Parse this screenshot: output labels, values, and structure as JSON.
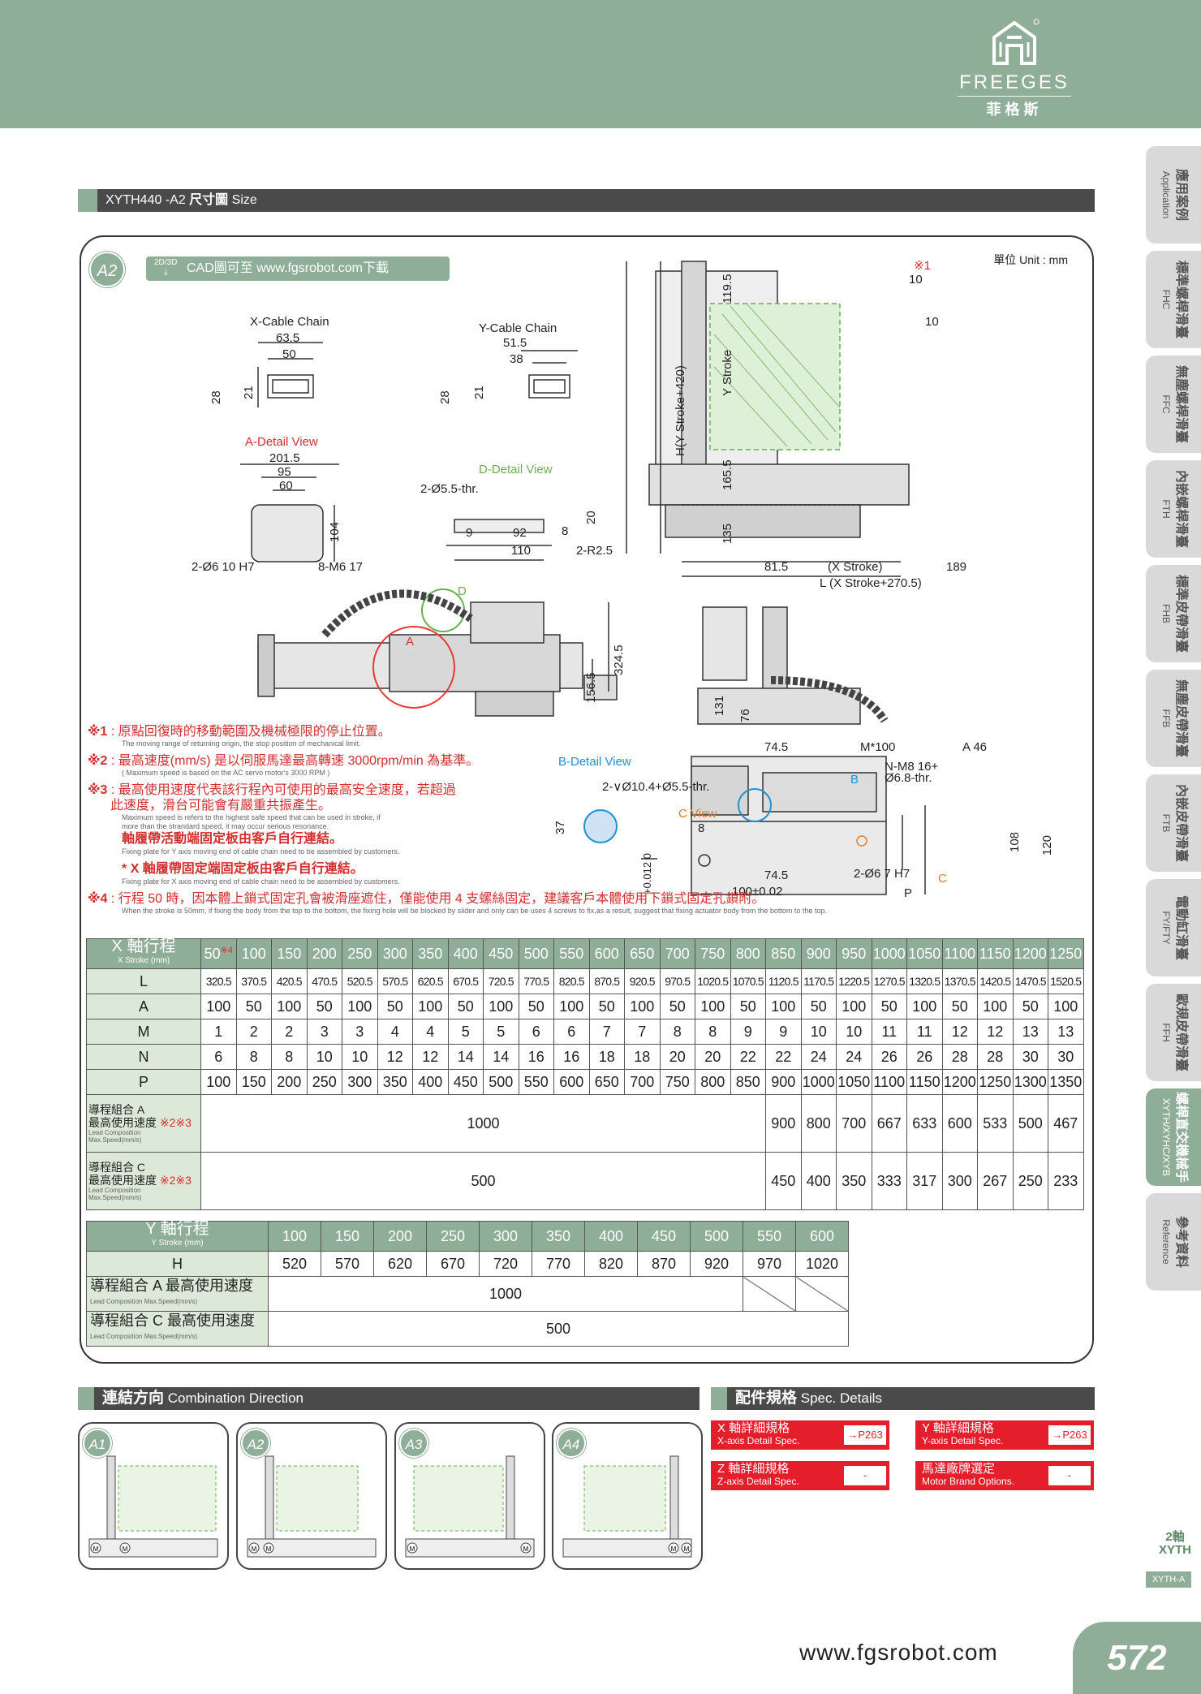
{
  "header": {
    "brand_en": "FREEGES",
    "brand_cn": "菲格斯"
  },
  "side_tabs": [
    {
      "zh": "應用案例",
      "en": "Application"
    },
    {
      "zh": "標準螺桿滑臺",
      "en": "FHC"
    },
    {
      "zh": "無塵螺桿滑臺",
      "en": "FFC"
    },
    {
      "zh": "內嵌螺桿滑臺",
      "en": "FTH"
    },
    {
      "zh": "標準皮帶滑臺",
      "en": "FHB"
    },
    {
      "zh": "無塵皮帶滑臺",
      "en": "FFB"
    },
    {
      "zh": "內嵌皮帶滑臺",
      "en": "FTB"
    },
    {
      "zh": "電動缸滑臺",
      "en": "FY/FTY"
    },
    {
      "zh": "歐規皮帶滑臺",
      "en": "FFH"
    },
    {
      "zh": "螺桿直交機械手",
      "en": "XYTH/XYHC/XYB"
    },
    {
      "zh": "參考資料",
      "en": "Reference"
    }
  ],
  "section": {
    "model": "XYTH440 -A2",
    "title_zh": "尺寸圖",
    "title_en": "Size"
  },
  "panel": {
    "badge": "A2",
    "cad_icon": "2D/3D",
    "cad_text": "CAD圖可至 www.fgsrobot.com下載",
    "unit": "單位 Unit : mm"
  },
  "drawing_labels": {
    "x_cable": "X-Cable Chain",
    "x_cable_w": "63.5",
    "x_cable_in": "50",
    "x_cable_h": "28",
    "x_cable_h2": "21",
    "y_cable": "Y-Cable Chain",
    "y_cable_w": "51.5",
    "y_cable_in": "38",
    "y_cable_h": "28",
    "y_cable_h2": "21",
    "a_detail": "A-Detail View",
    "a_201": "201.5",
    "a_95": "95",
    "a_60": "60",
    "a_104": "104",
    "a_holes": "2-Ø6  10 H7",
    "a_m6": "8-M6  17",
    "d_detail": "D-Detail View",
    "d_holes": "2-Ø5.5-thr.",
    "d_9": "9",
    "d_92": "92",
    "d_8": "8",
    "d_20": "20",
    "d_110": "110",
    "d_r": "2-R2.5",
    "mark1": "※1",
    "d10a": "10",
    "d10b": "10",
    "h_label": "H(Y Stroke+420)",
    "d119": "119.5",
    "y_stroke": "Y Stroke",
    "d165": "165.5",
    "d135": "135",
    "d81": "81.5",
    "x_stroke": "(X Stroke)",
    "d189": "189",
    "l_label": "L (X Stroke+270.5)",
    "d_letter": "D",
    "a_letter": "A",
    "d324": "324.5",
    "d156": "156.5",
    "d131": "131",
    "d76": "76",
    "b_detail": "B-Detail View",
    "b_holes": "2-∨Ø10.4+Ø5.5-thr.",
    "b_37": "37",
    "c_view": "C View",
    "c_8": "8",
    "c_tol": "+0.012\n0",
    "d74a": "74.5",
    "m100": "M*100",
    "a_46": "A  46",
    "n_m8": "N-M8  16+",
    "n_68": "Ø6.8-thr.",
    "b_letter": "B",
    "d108": "108",
    "d120": "120",
    "d74b": "74.5",
    "d100": "100±0.02",
    "p_holes": "2-Ø6  7 H7",
    "p_label": "P",
    "c_letter": "C"
  },
  "notes": [
    {
      "mark": "※1",
      "zh": "原點回復時的移動範圍及機械極限的停止位置。",
      "en": "The moving range of returning origin, the stop position of mechanical limit."
    },
    {
      "mark": "※2",
      "zh": "最高速度(mm/s) 是以伺服馬達最高轉速 3000rpm/min 為基準。",
      "en": "( Maximum speed is based on the AC servo motor's 3000 RPM )"
    },
    {
      "mark": "※3",
      "zh": "最高使用速度代表該行程內可使用的最高安全速度，若超過",
      "zh2": "此速度，滑台可能會有嚴重共振產生。",
      "en": "Maximum speed is refers to the highest safe speed that can be used in stroke, if",
      "en2": "more than the strandard speed, it may occur serious resonance.",
      "strong": "軸履帶活動端固定板由客戶自行連結。",
      "en3": "Fixing plate for Y axis moving end of cable chain need to be assembled by customers."
    },
    {
      "mark": "*",
      "zh": "X 軸履帶固定端固定板由客戶自行連結。",
      "en": "Fixing plate for X axis moving end of cable chain need to be assembled by customers."
    },
    {
      "mark": "※4",
      "zh": "行程 50 時，因本體上鎖式固定孔會被滑座遮住，僅能使用 4 支螺絲固定，建議客戶本體使用下鎖式固定孔鎖附。",
      "en": "When the stroke is 50mm, if fixing the body from the top to the bottom, the fixing hole will be blocked by slider and only can be uses 4 screws to fix,as a result, suggest that fixing actuator body from the bottom to the top."
    }
  ],
  "x_table": {
    "head_zh": "X 軸行程",
    "head_en": "X Stroke (mm)",
    "strokes": [
      "50",
      "100",
      "150",
      "200",
      "250",
      "300",
      "350",
      "400",
      "450",
      "500",
      "550",
      "600",
      "650",
      "700",
      "750",
      "800",
      "850",
      "900",
      "950",
      "1000",
      "1050",
      "1100",
      "1150",
      "1200",
      "1250"
    ],
    "mark4": "※4",
    "rows": [
      {
        "label": "L",
        "values": [
          "320.5",
          "370.5",
          "420.5",
          "470.5",
          "520.5",
          "570.5",
          "620.5",
          "670.5",
          "720.5",
          "770.5",
          "820.5",
          "870.5",
          "920.5",
          "970.5",
          "1020.5",
          "1070.5",
          "1120.5",
          "1170.5",
          "1220.5",
          "1270.5",
          "1320.5",
          "1370.5",
          "1420.5",
          "1470.5",
          "1520.5"
        ]
      },
      {
        "label": "A",
        "values": [
          "100",
          "50",
          "100",
          "50",
          "100",
          "50",
          "100",
          "50",
          "100",
          "50",
          "100",
          "50",
          "100",
          "50",
          "100",
          "50",
          "100",
          "50",
          "100",
          "50",
          "100",
          "50",
          "100",
          "50",
          "100"
        ]
      },
      {
        "label": "M",
        "values": [
          "1",
          "2",
          "2",
          "3",
          "3",
          "4",
          "4",
          "5",
          "5",
          "6",
          "6",
          "7",
          "7",
          "8",
          "8",
          "9",
          "9",
          "10",
          "10",
          "11",
          "11",
          "12",
          "12",
          "13",
          "13"
        ]
      },
      {
        "label": "N",
        "values": [
          "6",
          "8",
          "8",
          "10",
          "10",
          "12",
          "12",
          "14",
          "14",
          "16",
          "16",
          "18",
          "18",
          "20",
          "20",
          "22",
          "22",
          "24",
          "24",
          "26",
          "26",
          "28",
          "28",
          "30",
          "30"
        ]
      },
      {
        "label": "P",
        "values": [
          "100",
          "150",
          "200",
          "250",
          "300",
          "350",
          "400",
          "450",
          "500",
          "550",
          "600",
          "650",
          "700",
          "750",
          "800",
          "850",
          "900",
          "1000",
          "1050",
          "1100",
          "1150",
          "1200",
          "1250",
          "1300",
          "1350"
        ]
      }
    ],
    "speed_a": {
      "l1": "導程組合 A",
      "l2": "最高使用速度",
      "mark": "※2※3",
      "en1": "Lead Composition",
      "en2": "Max.Speed(mm/s)",
      "span_value": "1000",
      "values": [
        "900",
        "800",
        "700",
        "667",
        "633",
        "600",
        "533",
        "500",
        "467"
      ]
    },
    "speed_c": {
      "l1": "導程組合 C",
      "l2": "最高使用速度",
      "mark": "※2※3",
      "en1": "Lead Composition",
      "en2": "Max.Speed(mm/s)",
      "span_value": "500",
      "values": [
        "450",
        "400",
        "350",
        "333",
        "317",
        "300",
        "267",
        "250",
        "233"
      ]
    }
  },
  "y_table": {
    "head_zh": "Y 軸行程",
    "head_en": "Y Stroke (mm)",
    "strokes": [
      "100",
      "150",
      "200",
      "250",
      "300",
      "350",
      "400",
      "450",
      "500",
      "550",
      "600"
    ],
    "h_label": "H",
    "h_values": [
      "520",
      "570",
      "620",
      "670",
      "720",
      "770",
      "820",
      "870",
      "920",
      "970",
      "1020"
    ],
    "speed_a": {
      "label": "導程組合 A 最高使用速度",
      "en": "Lead Composition Max.Speed(mm/s)",
      "value": "1000"
    },
    "speed_c": {
      "label": "導程組合 C 最高使用速度",
      "en": "Lead Composition Max.Speed(mm/s)",
      "value": "500"
    }
  },
  "combination": {
    "title_zh": "連結方向",
    "title_en": "Combination Direction",
    "items": [
      "A1",
      "A2",
      "A3",
      "A4"
    ],
    "motor": "M"
  },
  "specs": {
    "title_zh": "配件規格",
    "title_en": "Spec. Details",
    "items": [
      {
        "zh": "X 軸詳細規格",
        "en": "X-axis Detail Spec.",
        "ref": "→P263"
      },
      {
        "zh": "Y 軸詳細規格",
        "en": "Y-axis Detail Spec.",
        "ref": "→P263"
      },
      {
        "zh": "Z 軸詳細規格",
        "en": "Z-axis Detail Spec.",
        "ref": "-"
      },
      {
        "zh": "馬達廠牌選定",
        "en": "Motor Brand Options.",
        "ref": "-"
      }
    ]
  },
  "footer": {
    "url": "www.fgsrobot.com",
    "page": "572",
    "axis_zh": "2軸",
    "axis_en": "XYTH",
    "chip": "XYTH-A"
  }
}
